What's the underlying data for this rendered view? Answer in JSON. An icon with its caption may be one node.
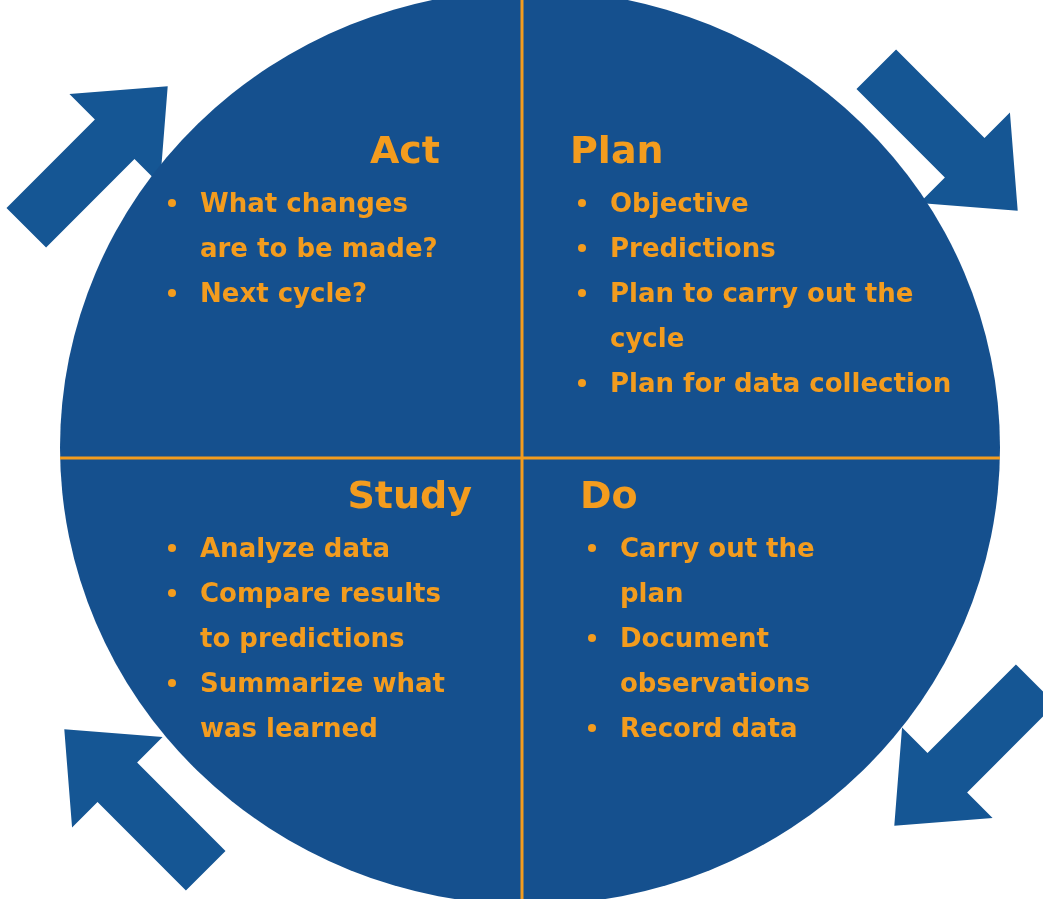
{
  "diagram": {
    "nodes": [
      {
        "text": [],
        "shape": "circle"
      },
      {
        "text": [
          "Act",
          "What changes are to be made?",
          "Next cycle?"
        ],
        "in": 0
      },
      {
        "text": [
          "Plan",
          "Objective",
          "Predictions",
          "Plan to carry out the cycle",
          "Plan for data collection"
        ],
        "in": 0
      },
      {
        "text": [
          "Study",
          "Analyze data",
          "Compare results to predictions",
          "Summarize what was learned"
        ],
        "in": 0
      },
      {
        "text": [
          "Do",
          "Carry out the plan",
          "Document observations",
          "Record data"
        ],
        "in": 0
      }
    ]
  }
}
